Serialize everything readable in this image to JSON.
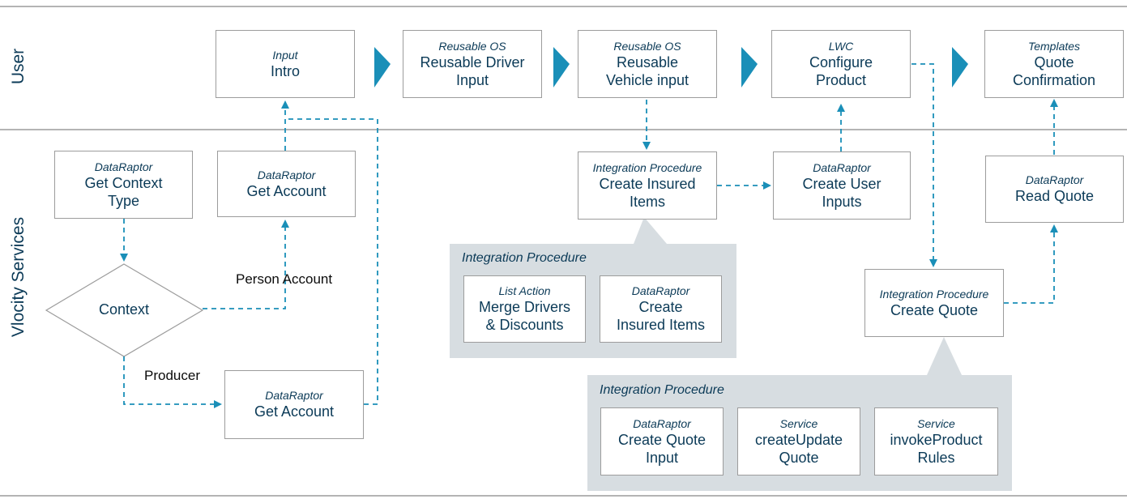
{
  "lanes": {
    "user": "User",
    "services": "Vlocity Services"
  },
  "nodes": {
    "intro": {
      "kind": "Input",
      "name": "Intro"
    },
    "reusable_driver": {
      "kind": "Reusable OS",
      "name": "Reusable Driver\nInput"
    },
    "reusable_vehicle": {
      "kind": "Reusable OS",
      "name": "Reusable\nVehicle input"
    },
    "configure_product": {
      "kind": "LWC",
      "name": "Configure\nProduct"
    },
    "quote_confirmation": {
      "kind": "Templates",
      "name": "Quote\nConfirmation"
    },
    "get_context_type": {
      "kind": "DataRaptor",
      "name": "Get Context\nType"
    },
    "get_account_person": {
      "kind": "DataRaptor",
      "name": "Get Account"
    },
    "create_insured_items": {
      "kind": "Integration Procedure",
      "name": "Create Insured\nItems"
    },
    "create_user_inputs": {
      "kind": "DataRaptor",
      "name": "Create User\nInputs"
    },
    "read_quote": {
      "kind": "DataRaptor",
      "name": "Read Quote"
    },
    "get_account_producer": {
      "kind": "DataRaptor",
      "name": "Get Account"
    },
    "create_quote": {
      "kind": "Integration Procedure",
      "name": "Create Quote"
    },
    "merge_drivers": {
      "kind": "List Action",
      "name": "Merge Drivers\n& Discounts"
    },
    "create_insured_items_dr": {
      "kind": "DataRaptor",
      "name": "Create\nInsured Items"
    },
    "create_quote_input": {
      "kind": "DataRaptor",
      "name": "Create Quote\nInput"
    },
    "create_update_quote": {
      "kind": "Service",
      "name": "createUpdate\nQuote"
    },
    "invoke_product_rules": {
      "kind": "Service",
      "name": "invokeProduct\nRules"
    }
  },
  "decision": {
    "label": "Context"
  },
  "edge_labels": {
    "person_account": "Person Account",
    "producer": "Producer"
  },
  "panels": {
    "insured_items_panel": "Integration Procedure",
    "create_quote_panel": "Integration Procedure"
  },
  "colors": {
    "accent": "#1a8fb8",
    "text": "#0b3a57",
    "panel": "#d7dde1",
    "border": "#9c9c9c",
    "lane_line": "#9c9c9c"
  }
}
